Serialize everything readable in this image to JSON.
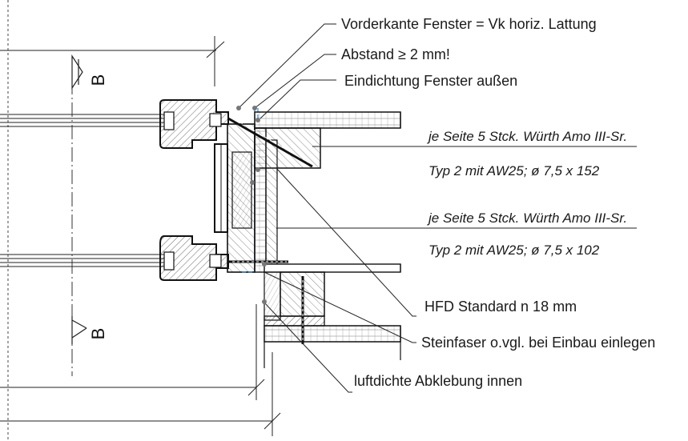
{
  "labels": {
    "l1": "Vorderkante Fenster = Vk horiz. Lattung",
    "l2": "Abstand ≥ 2 mm!",
    "l3": "Eindichtung Fenster außen",
    "l4a": "je Seite 5 Stck. Würth Amo III-Sr.",
    "l4b": "Typ 2 mit AW25; ø 7,5 x 152",
    "l5a": "je Seite 5 Stck. Würth Amo III-Sr.",
    "l5b": "Typ 2 mit AW25; ø 7,5 x 102",
    "l6": "HFD Standard n 18 mm",
    "l7": "Steinfaser o.vgl. bei Einbau einlegen",
    "l8": "luftdichte Abklebung innen"
  },
  "section": {
    "top": "B",
    "bottom": "B"
  }
}
